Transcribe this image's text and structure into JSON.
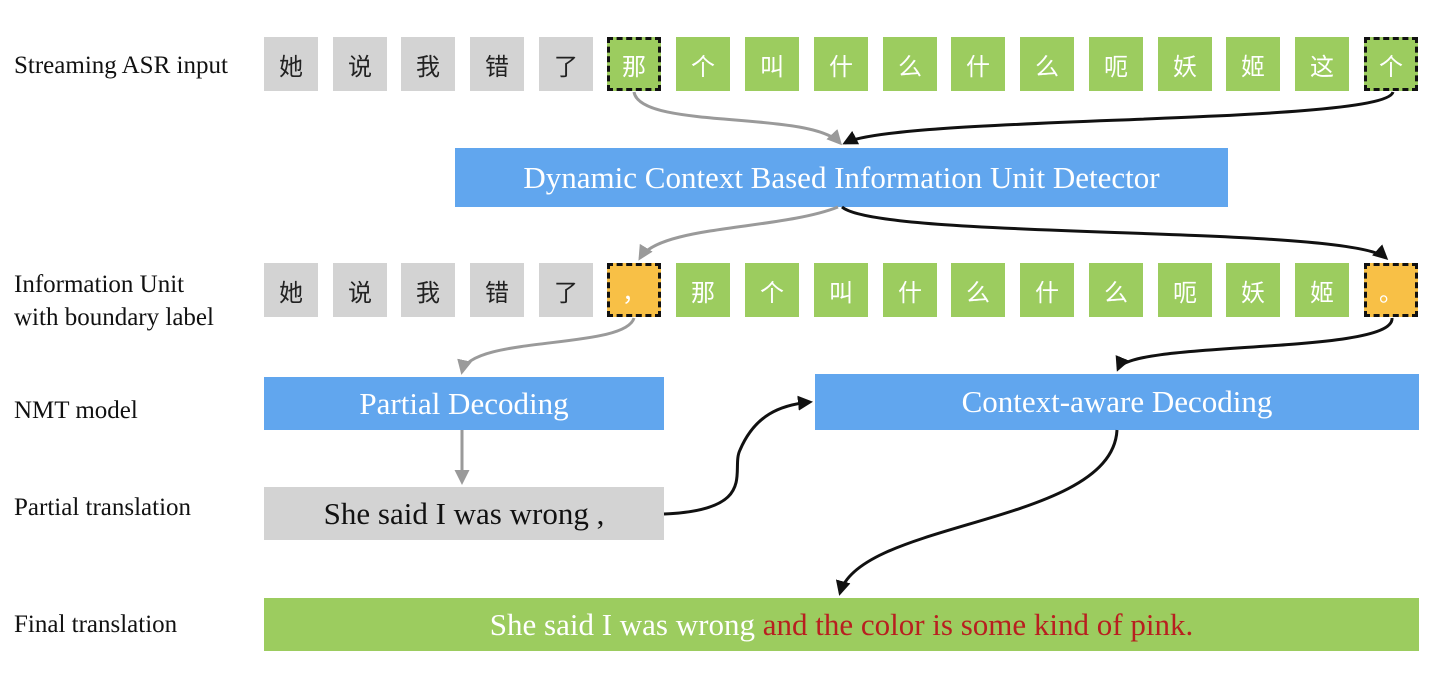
{
  "labels": {
    "streaming_asr_input": "Streaming ASR input",
    "information_unit_line1": "Information Unit",
    "information_unit_line2": "with boundary label",
    "nmt_model": "NMT model",
    "partial_translation": "Partial translation",
    "final_translation": "Final translation"
  },
  "asr_tokens": [
    "她",
    "说",
    "我",
    "错",
    "了",
    "那",
    "个",
    "叫",
    "什",
    "么",
    "什",
    "么",
    "呃",
    "妖",
    "姬",
    "这",
    "个"
  ],
  "unit_tokens": [
    "她",
    "说",
    "我",
    "错",
    "了",
    "，",
    "那",
    "个",
    "叫",
    "什",
    "么",
    "什",
    "么",
    "呃",
    "妖",
    "姬",
    "。"
  ],
  "detector": {
    "label": "Dynamic Context Based Information Unit Detector"
  },
  "nmt": {
    "partial_label": "Partial Decoding",
    "context_label": "Context-aware Decoding"
  },
  "partial_translation_text": "She said I was wrong ,",
  "final_translation": {
    "prefix": "She said I was wrong",
    "suffix": "and the color is some kind of pink."
  },
  "colors": {
    "committed_token": "#d3d3d3",
    "pending_token": "#9ccc5f",
    "boundary_label": "#f8c046",
    "module": "#61a6ee",
    "new_text": "#b81f1f"
  }
}
